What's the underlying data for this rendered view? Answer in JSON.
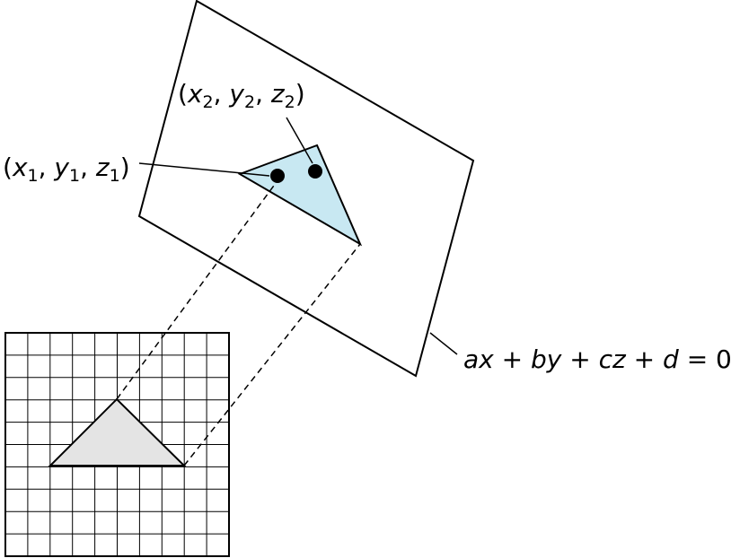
{
  "labels": {
    "point1": {
      "open_paren": "(",
      "x_var": "x",
      "x_sub": "1",
      "sep1": ", ",
      "y_var": "y",
      "y_sub": "1",
      "sep2": ", ",
      "z_var": "z",
      "z_sub": "1",
      "close_paren": ")"
    },
    "point2": {
      "open_paren": "(",
      "x_var": "x",
      "x_sub": "2",
      "sep1": ", ",
      "y_var": "y",
      "y_sub": "2",
      "sep2": ", ",
      "z_var": "z",
      "z_sub": "2",
      "close_paren": ")"
    },
    "plane_equation": {
      "a": "a",
      "x": "x",
      "plus1": " + ",
      "b": "b",
      "y": "y",
      "plus2": " + ",
      "c": "c",
      "z": "z",
      "plus3": " + ",
      "d": "d",
      "equals_zero": " = 0"
    }
  },
  "colors": {
    "triangle_3d_fill": "#c8e8f2",
    "triangle_2d_fill": "#e4e4e4",
    "stroke": "#000000",
    "point_fill": "#000000",
    "background": "#ffffff"
  },
  "grid": {
    "rows": 10,
    "cols": 10
  }
}
